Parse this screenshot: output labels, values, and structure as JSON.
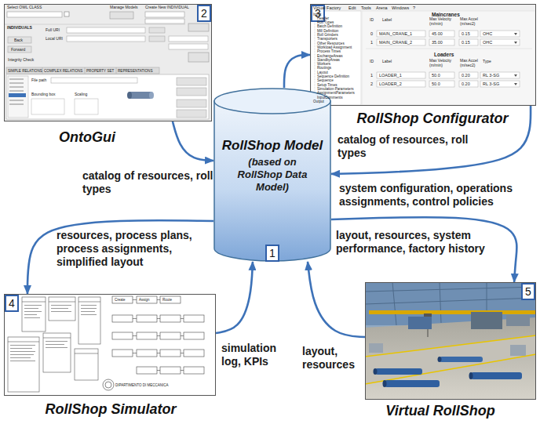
{
  "diagram": {
    "nodes": [
      {
        "text": [
          "2",
          "OntoGui"
        ]
      },
      {
        "text": [
          "3",
          "RollShop Configurator"
        ]
      },
      {
        "text": [
          "RollShop Model",
          "(based on RollShop Data Model)",
          "1"
        ]
      },
      {
        "text": [
          "4",
          "RollShop Simulator"
        ]
      },
      {
        "text": [
          "5",
          "Virtual RollShop"
        ]
      }
    ],
    "edges": [
      {
        "from": 0,
        "to": 2,
        "arrow": "to",
        "label": "catalog of resources, roll types"
      },
      {
        "from": 2,
        "to": 1,
        "arrow": "to",
        "label": "catalog of resources, roll types"
      },
      {
        "from": 1,
        "to": 2,
        "arrow": "to",
        "label": "system configuration, operations assignments, control policies"
      },
      {
        "from": 2,
        "to": 3,
        "arrow": "to",
        "label": "resources, process plans, process assignments, simplified layout"
      },
      {
        "from": 3,
        "to": 2,
        "arrow": "to",
        "label": "simulation log, KPIs"
      },
      {
        "from": 2,
        "to": 4,
        "arrow": "to",
        "label": "layout, resources, system performance, factory history"
      },
      {
        "from": 4,
        "to": 2,
        "arrow": "to",
        "label": "layout, resources"
      }
    ],
    "labels": [
      "Select OWL CLASS",
      "Manage Models",
      "Create New INDIVIDUAL",
      "INDIVIDUALS",
      "Full URI",
      "Local URI",
      "Back",
      "Forward",
      "Integrity Check",
      "SIMPLE RELATIONS",
      "COMPLEX RELATIONS",
      "PROPERTY SET",
      "REPRESENTATIONS",
      "File path",
      "Bounding box",
      "Scaling",
      "Virtual Factory",
      "Edit",
      "Tools",
      "Arena",
      "Windows",
      "?",
      "Input",
      "Header",
      "Roll Types",
      "Batch Definition",
      "Mill Definition",
      "Roll Grinders",
      "Transporters",
      "Other Resources",
      "Workload Assignment",
      "Process Times",
      "ExchangeAreas",
      "StandbyAreas",
      "Workers",
      "Routings",
      "Layout",
      "Sequence Definition",
      "Sequence",
      "Setup Times",
      "Simulation Parameters",
      "AssignmentParameters",
      "InputComments",
      "Output",
      "Maincranes",
      "ID",
      "Label",
      "Max Velocity (m/min)",
      "Max Accel (m/sec2)",
      "0",
      "MAIN_CRANE_1",
      "45.00",
      "0.15",
      "OHC",
      "1",
      "MAIN_CRANE_2",
      "35.00",
      "0.15",
      "OHC",
      "Loaders",
      "ID",
      "Label",
      "Max Velocity (m/min)",
      "Max Accel (m/sec2)",
      "Type",
      "1",
      "LOADER_1",
      "50.0",
      "0.20",
      "RL 3-SG",
      "2",
      "LOADER_2",
      "50.0",
      "0.20",
      "RL 3-SG",
      "Create",
      "Assign",
      "Route",
      "DIPARTIMENTO DI MECCANICA"
    ]
  }
}
